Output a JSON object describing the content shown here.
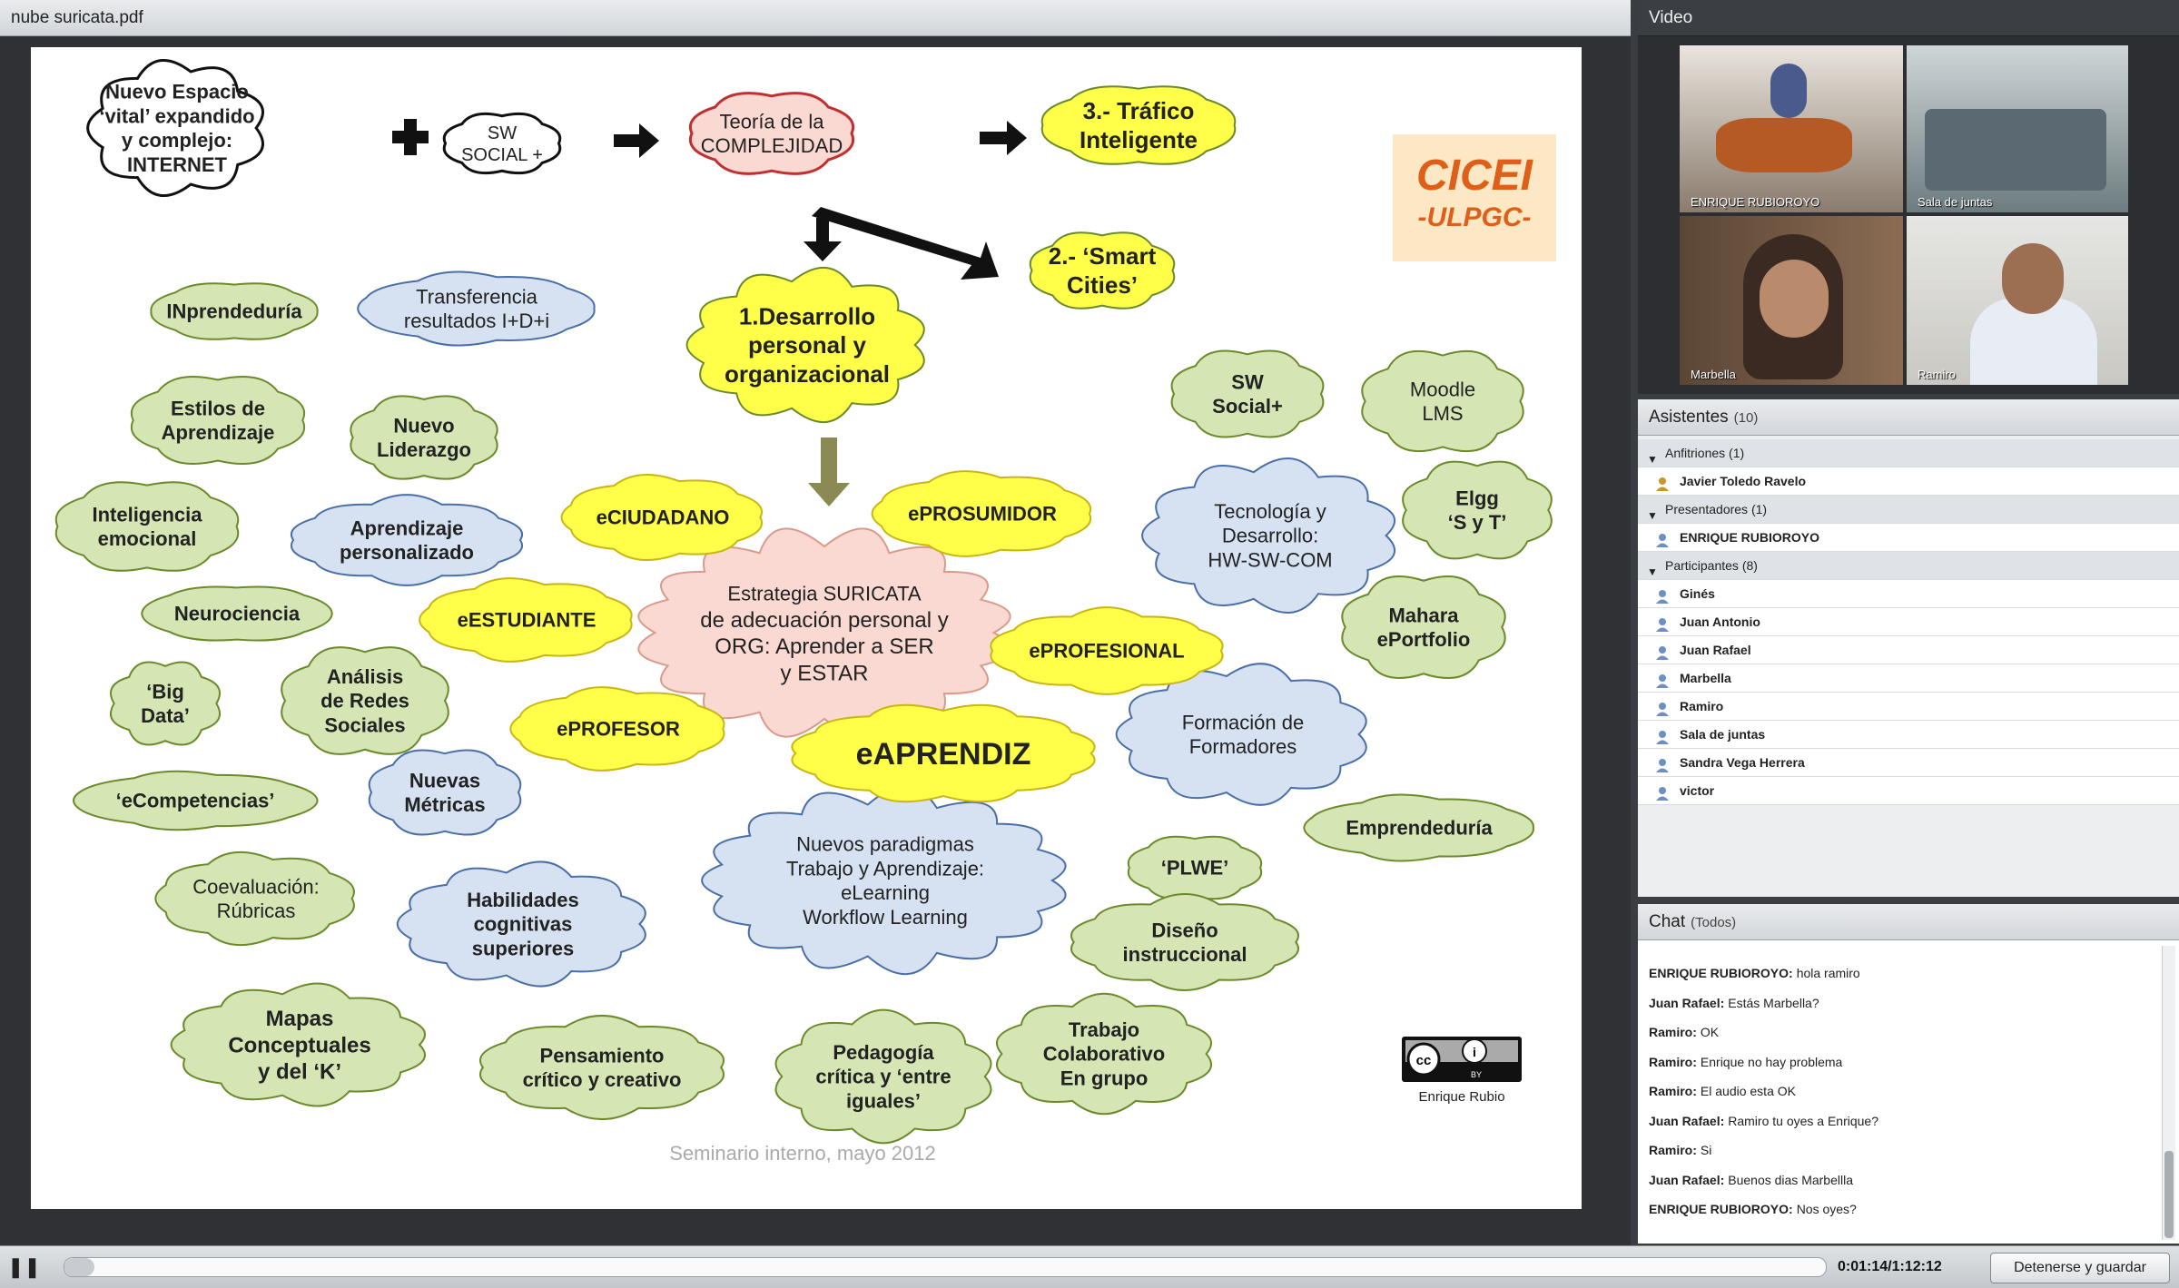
{
  "document": {
    "title": "nube suricata.pdf"
  },
  "slide": {
    "clouds": [
      {
        "id": "nuevo-espacio",
        "lines": [
          "Nuevo Espacio",
          "‘vital’ expandido",
          "y complejo:",
          "INTERNET"
        ],
        "fill": "#ffffff"
      },
      {
        "id": "sw-social",
        "lines": [
          "SW",
          "SOCIAL +"
        ],
        "fill": "#ffffff"
      },
      {
        "id": "teoria",
        "lines": [
          "Teoría de la",
          "COMPLEJIDAD"
        ],
        "fill": "#f9d9d2"
      },
      {
        "id": "trafico",
        "lines": [
          "3.- Tráfico",
          "Inteligente"
        ],
        "fill": "#ffff4a"
      },
      {
        "id": "smart",
        "lines": [
          "2.- ‘Smart",
          "Cities’"
        ],
        "fill": "#ffff4a"
      },
      {
        "id": "desarrollo",
        "lines": [
          "1.Desarrollo",
          "personal y",
          "organizacional"
        ],
        "fill": "#ffff4a"
      },
      {
        "id": "inprendeduria",
        "lines": [
          "INprendeduría"
        ],
        "fill": "#d6e5b4"
      },
      {
        "id": "transferencia",
        "lines": [
          "Transferencia",
          "resultados I+D+i"
        ],
        "fill": "#d6e2f2"
      },
      {
        "id": "estilos",
        "lines": [
          "Estilos de",
          "Aprendizaje"
        ],
        "fill": "#d6e5b4"
      },
      {
        "id": "liderazgo",
        "lines": [
          "Nuevo",
          "Liderazgo"
        ],
        "fill": "#d6e5b4"
      },
      {
        "id": "inteligencia",
        "lines": [
          "Inteligencia",
          "emocional"
        ],
        "fill": "#d6e5b4"
      },
      {
        "id": "aprendizaje-pers",
        "lines": [
          "Aprendizaje",
          "personalizado"
        ],
        "fill": "#d6e2f2"
      },
      {
        "id": "neurociencia",
        "lines": [
          "Neurociencia"
        ],
        "fill": "#d6e5b4"
      },
      {
        "id": "big-data",
        "lines": [
          "‘Big",
          "Data’"
        ],
        "fill": "#d6e5b4"
      },
      {
        "id": "analisis",
        "lines": [
          "Análisis",
          "de Redes",
          "Sociales"
        ],
        "fill": "#d6e5b4"
      },
      {
        "id": "ecompetencias",
        "lines": [
          "‘eCompetencias’"
        ],
        "fill": "#d6e5b4"
      },
      {
        "id": "metricas",
        "lines": [
          "Nuevas",
          "Métricas"
        ],
        "fill": "#d6e2f2"
      },
      {
        "id": "coevaluacion",
        "lines": [
          "Coevaluación:",
          "Rúbricas"
        ],
        "fill": "#d6e5b4"
      },
      {
        "id": "habilidades",
        "lines": [
          "Habilidades",
          "cognitivas",
          "superiores"
        ],
        "fill": "#d6e2f2"
      },
      {
        "id": "mapas",
        "lines": [
          "Mapas",
          "Conceptuales",
          "y  del  ‘K’"
        ],
        "fill": "#d6e5b4"
      },
      {
        "id": "pensamiento",
        "lines": [
          "Pensamiento",
          "crítico y creativo"
        ],
        "fill": "#d6e5b4"
      },
      {
        "id": "pedagogia",
        "lines": [
          "Pedagogía",
          "crítica  y ‘entre",
          "iguales’"
        ],
        "fill": "#d6e5b4"
      },
      {
        "id": "trabajo",
        "lines": [
          "Trabajo",
          "Colaborativo",
          "En grupo"
        ],
        "fill": "#d6e5b4"
      },
      {
        "id": "paradigmas",
        "lines": [
          "Nuevos paradigmas",
          "Trabajo y Aprendizaje:",
          "eLearning",
          "Workflow Learning"
        ],
        "fill": "#d6e2f2"
      },
      {
        "id": "plwe",
        "lines": [
          "‘PLWE’"
        ],
        "fill": "#d6e5b4"
      },
      {
        "id": "diseno",
        "lines": [
          "Diseño",
          "instruccional"
        ],
        "fill": "#d6e5b4"
      },
      {
        "id": "emprendeduria",
        "lines": [
          "Emprendeduría"
        ],
        "fill": "#d6e5b4"
      },
      {
        "id": "formacion",
        "lines": [
          "Formación de",
          "Formadores"
        ],
        "fill": "#d6e2f2"
      },
      {
        "id": "mahara",
        "lines": [
          "Mahara",
          "ePortfolio"
        ],
        "fill": "#d6e5b4"
      },
      {
        "id": "tecnologia",
        "lines": [
          "Tecnología y",
          "Desarrollo:",
          "HW-SW-COM"
        ],
        "fill": "#d6e2f2"
      },
      {
        "id": "elgg",
        "lines": [
          "Elgg",
          "‘S y T’"
        ],
        "fill": "#d6e5b4"
      },
      {
        "id": "moodle",
        "lines": [
          "Moodle",
          "LMS"
        ],
        "fill": "#d6e5b4"
      },
      {
        "id": "sw-social-plus",
        "lines": [
          "SW",
          "Social+"
        ],
        "fill": "#d6e5b4"
      },
      {
        "id": "suricata",
        "lines": [
          "Estrategia SURICATA",
          "de adecuación personal y",
          "ORG: Aprender  a SER",
          "y ESTAR"
        ],
        "fill": "#f9d9d2"
      },
      {
        "id": "eciudadano",
        "lines": [
          "eCIUDADANO"
        ],
        "fill": "#ffff4a"
      },
      {
        "id": "eprosumidor",
        "lines": [
          "ePROSUMIDOR"
        ],
        "fill": "#ffff4a"
      },
      {
        "id": "eestudiante",
        "lines": [
          "eESTUDIANTE"
        ],
        "fill": "#ffff4a"
      },
      {
        "id": "eprofesional",
        "lines": [
          "ePROFESIONAL"
        ],
        "fill": "#ffff4a"
      },
      {
        "id": "eprofesor",
        "lines": [
          "ePROFESOR"
        ],
        "fill": "#ffff4a"
      },
      {
        "id": "eaprendiz",
        "lines": [
          "eAPRENDIZ"
        ],
        "fill": "#ffff4a"
      }
    ],
    "logo_line1": "CICEI",
    "logo_line2": "-ULPGC-",
    "cc_author": "Enrique Rubio",
    "footer": "Seminario interno, mayo 2012"
  },
  "video": {
    "title": "Video",
    "tiles": [
      {
        "name": "ENRIQUE RUBIOROYO"
      },
      {
        "name": "Sala de juntas"
      },
      {
        "name": "Marbella"
      },
      {
        "name": "Ramiro"
      }
    ]
  },
  "attendees": {
    "title": "Asistentes",
    "count": "(10)",
    "groups": [
      {
        "label": "Anfitriones (1)",
        "members": [
          "Javier Toledo Ravelo"
        ]
      },
      {
        "label": "Presentadores (1)",
        "members": [
          "ENRIQUE RUBIOROYO"
        ]
      },
      {
        "label": "Participantes (8)",
        "members": [
          "Ginés",
          "Juan Antonio",
          "Juan Rafael",
          "Marbella",
          "Ramiro",
          "Sala de juntas",
          "Sandra Vega Herrera",
          "victor"
        ]
      }
    ]
  },
  "chat": {
    "title": "Chat",
    "scope": "(Todos)",
    "messages": [
      {
        "sender": "ENRIQUE RUBIOROYO:",
        "text": "hola ramiro"
      },
      {
        "sender": "Juan Rafael:",
        "text": "Estás Marbella?"
      },
      {
        "sender": "Ramiro:",
        "text": "OK"
      },
      {
        "sender": "Ramiro:",
        "text": "Enrique no hay problema"
      },
      {
        "sender": "Ramiro:",
        "text": "El audio esta OK"
      },
      {
        "sender": "Juan Rafael:",
        "text": "Ramiro tu oyes a Enrique?"
      },
      {
        "sender": "Ramiro:",
        "text": "Si"
      },
      {
        "sender": "Juan Rafael:",
        "text": "Buenos dias Marbellla"
      },
      {
        "sender": "ENRIQUE RUBIOROYO:",
        "text": "Nos oyes?"
      }
    ]
  },
  "playback": {
    "pause_icon": "pause-icon",
    "time": "0:01:14/1:12:12",
    "progress_fraction": 0.0171,
    "stop_label": "Detenerse y guardar"
  }
}
